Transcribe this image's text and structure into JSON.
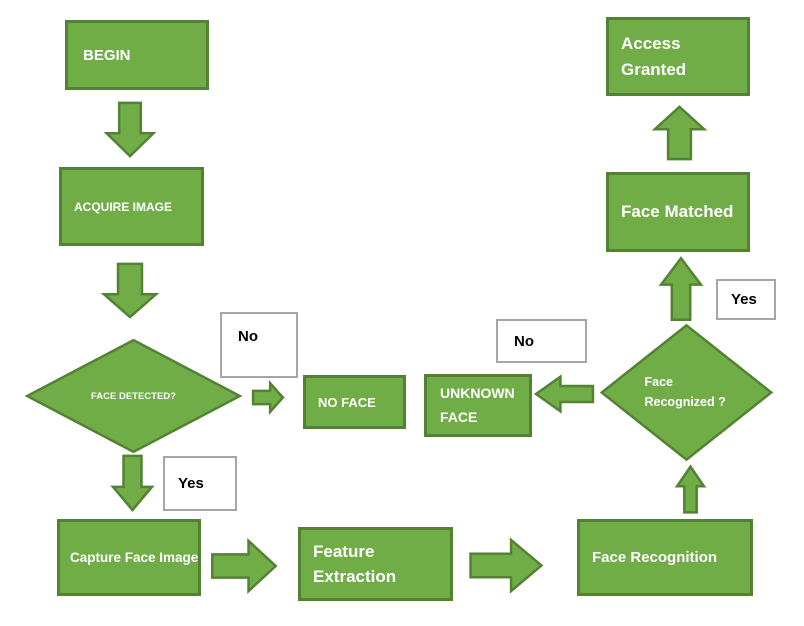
{
  "colors": {
    "shape_fill": "#70ad47",
    "shape_border": "#548235",
    "shape_text": "#ffffff",
    "label_box_fill": "#ffffff",
    "label_box_border": "#a6a6a6",
    "label_box_text": "#000000",
    "background": "#ffffff"
  },
  "nodes": {
    "begin": {
      "label": "BEGIN"
    },
    "acquire_image": {
      "label": "ACQUIRE IMAGE"
    },
    "face_detected": {
      "label": "FACE DETECTED?"
    },
    "no_face": {
      "label": "NO FACE"
    },
    "unknown_face": {
      "label": "UNKNOWN FACE"
    },
    "face_recognized": {
      "label": "Face Recognized ?"
    },
    "face_matched": {
      "label": "Face Matched"
    },
    "access_granted": {
      "label": "Access Granted"
    },
    "capture_face_image": {
      "label": "Capture Face Image"
    },
    "feature_extraction": {
      "label": "Feature Extraction"
    },
    "face_recognition": {
      "label": "Face Recognition"
    },
    "no_label_left": {
      "label": "No"
    },
    "yes_label_left": {
      "label": "Yes"
    },
    "no_label_right": {
      "label": "No"
    },
    "yes_label_right": {
      "label": "Yes"
    }
  },
  "edges": [
    {
      "from": "BEGIN",
      "to": "ACQUIRE IMAGE"
    },
    {
      "from": "ACQUIRE IMAGE",
      "to": "FACE DETECTED?"
    },
    {
      "from": "FACE DETECTED?",
      "to": "NO FACE",
      "label": "No"
    },
    {
      "from": "FACE DETECTED?",
      "to": "Capture Face Image",
      "label": "Yes"
    },
    {
      "from": "Capture Face Image",
      "to": "Feature Extraction"
    },
    {
      "from": "Feature Extraction",
      "to": "Face Recognition"
    },
    {
      "from": "Face Recognition",
      "to": "Face Recognized ?"
    },
    {
      "from": "Face Recognized ?",
      "to": "UNKNOWN FACE",
      "label": "No"
    },
    {
      "from": "Face Recognized ?",
      "to": "Face Matched",
      "label": "Yes"
    },
    {
      "from": "Face Matched",
      "to": "Access Granted"
    }
  ]
}
